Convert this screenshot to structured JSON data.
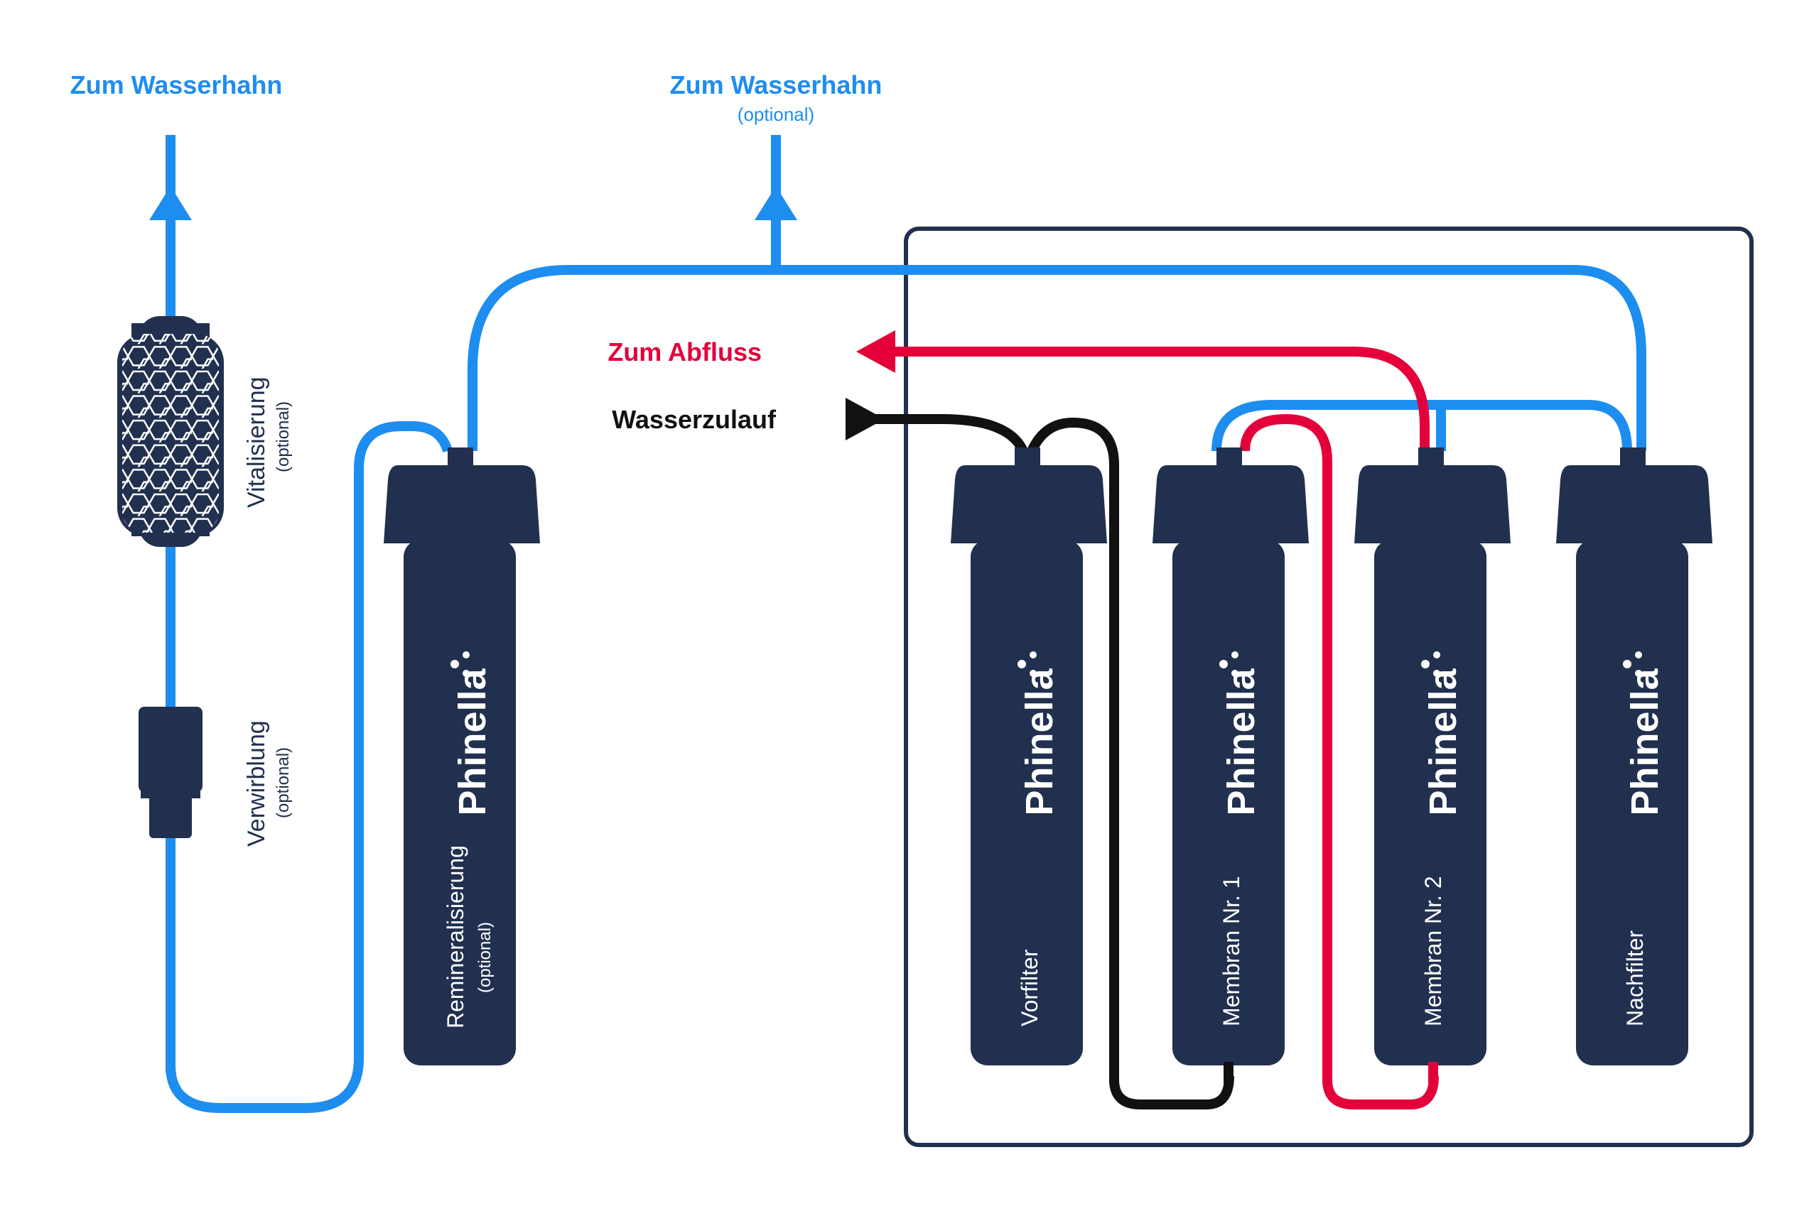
{
  "labels": {
    "faucet_left": "Zum Wasserhahn",
    "faucet_mid": "Zum Wasserhahn",
    "faucet_mid_note": "(optional)",
    "drain": "Zum Abfluss",
    "inlet": "Wasserzulauf",
    "vitalization": "Vitalisierung",
    "vitalization_note": "(optional)",
    "swirl": "Verwirblung",
    "swirl_note": "(optional)"
  },
  "brand": "Phinella",
  "filters": {
    "remineralization": {
      "label": "Remineralisierung",
      "note": "(optional)"
    },
    "prefilter": {
      "label": "Vorfilter"
    },
    "membrane1": {
      "label": "Membran Nr. 1"
    },
    "membrane2": {
      "label": "Membran Nr. 2"
    },
    "postfilter": {
      "label": "Nachfilter"
    }
  },
  "colors": {
    "clean_water": "#1e8df0",
    "drain_water": "#e4003a",
    "inlet_water": "#111111",
    "housing": "#22304f"
  },
  "icons": [
    "hex-filter-icon",
    "swirl-nozzle-icon",
    "water-drop-logo-icon"
  ]
}
